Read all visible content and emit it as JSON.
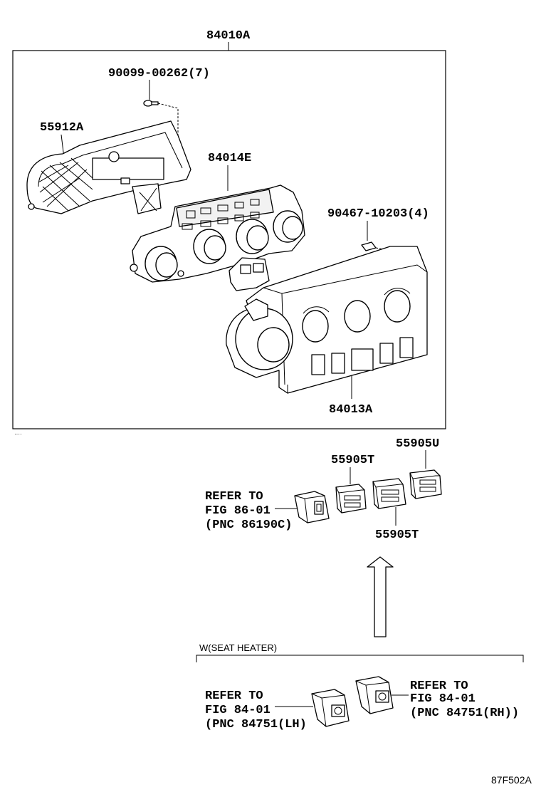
{
  "labels": {
    "assembly": "84010A",
    "screw": "90099-00262(7)",
    "bezel": "55912A",
    "control_panel": "84014E",
    "clip": "90467-10203(4)",
    "base_unit": "84013A",
    "knob_u": "55905U",
    "knob_t_upper": "55905T",
    "knob_t_lower": "55905T",
    "refer_86": [
      "REFER TO",
      "FIG 86-01",
      "(PNC 86190C)"
    ],
    "seat_heater_group": "W(SEAT HEATER)",
    "refer_lh": [
      "REFER TO",
      "FIG 84-01",
      "(PNC 84751(LH)"
    ],
    "refer_rh": [
      "REFER TO",
      "FIG 84-01",
      "(PNC 84751(RH))"
    ],
    "figure_code": "87F502A"
  },
  "icons": [
    "screw-icon",
    "clip-icon",
    "switch-icon",
    "arrow-up-icon"
  ]
}
